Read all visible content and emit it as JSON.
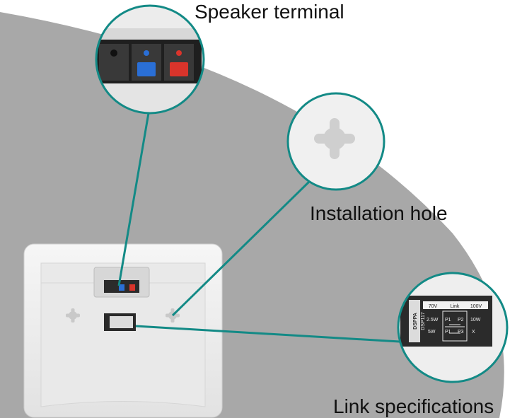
{
  "labels": {
    "speaker_terminal": "Speaker terminal",
    "installation_hole": "Installation hole",
    "link_specifications": "Link specifications"
  },
  "spec_plate": {
    "brand": "DSPPA",
    "model": "DSP117",
    "col_70v": "70V",
    "col_link": "Link",
    "col_100v": "100V",
    "row1_left": "2.5W",
    "row1_p1": "P1",
    "row1_p2": "P2",
    "row1_right": "10W",
    "row2_left": "5W",
    "row2_p1": "P1",
    "row2_p3": "P3",
    "row2_right": "X"
  },
  "colors": {
    "background": "#ffffff",
    "gray_area": "#a8a8a8",
    "teal": "#138a86",
    "speaker_body": "#ededed",
    "terminal_blue": "#2a6fd6",
    "terminal_red": "#d9342b"
  }
}
